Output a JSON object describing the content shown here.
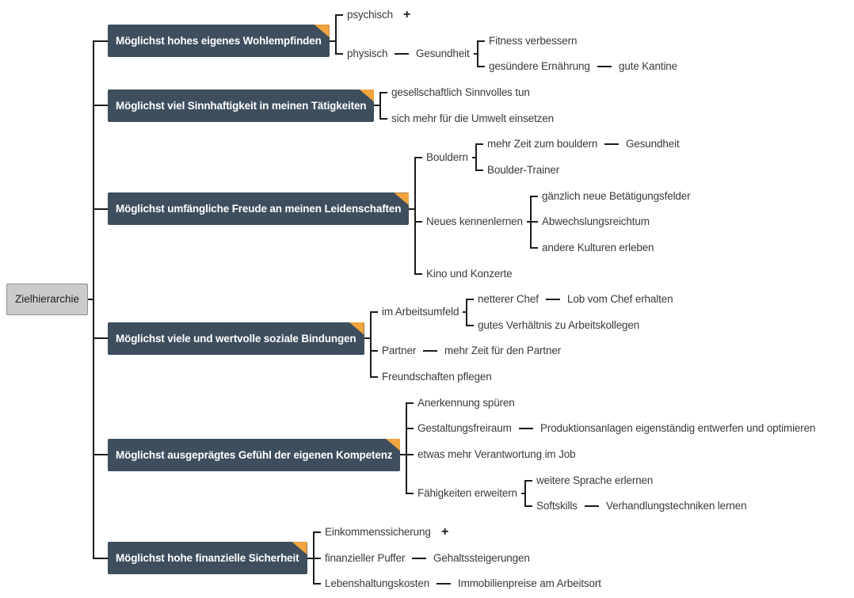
{
  "diagram": {
    "collapsed_indicator": "+",
    "colors": {
      "goal_fill": "#3e4e5d",
      "goal_text": "#ffffff",
      "corner_accent": "#f2a43f",
      "line": "#1c1c1c",
      "root_fill": "#cbcbcb",
      "root_border": "#8f8f8f",
      "text": "#3a3a3a"
    },
    "root": {
      "label": "Zielhierarchie",
      "children": [
        {
          "label": "Möglichst hohes eigenes Wohlempfinden",
          "children": [
            {
              "label": "psychisch",
              "collapsed": true
            },
            {
              "label": "physisch",
              "children": [
                {
                  "label": "Gesundheit",
                  "children": [
                    {
                      "label": "Fitness verbessern"
                    },
                    {
                      "label": "gesündere Ernährung",
                      "children": [
                        {
                          "label": "gute Kantine"
                        }
                      ]
                    }
                  ]
                }
              ]
            }
          ]
        },
        {
          "label": "Möglichst viel Sinnhaftigkeit in meinen Tätigkeiten",
          "children": [
            {
              "label": "gesellschaftlich Sinnvolles tun"
            },
            {
              "label": "sich mehr für die Umwelt einsetzen"
            }
          ]
        },
        {
          "label": "Möglichst umfängliche Freude an meinen Leidenschaften",
          "children": [
            {
              "label": "Bouldern",
              "children": [
                {
                  "label": "mehr Zeit zum bouldern",
                  "children": [
                    {
                      "label": "Gesundheit"
                    }
                  ]
                },
                {
                  "label": "Boulder-Trainer"
                }
              ]
            },
            {
              "label": "Neues kennenlernen",
              "children": [
                {
                  "label": "gänzlich neue Betätigungsfelder"
                },
                {
                  "label": "Abwechslungsreichtum"
                },
                {
                  "label": "andere Kulturen erleben"
                }
              ]
            },
            {
              "label": "Kino und Konzerte"
            }
          ]
        },
        {
          "label": "Möglichst viele und wertvolle soziale Bindungen",
          "children": [
            {
              "label": "im Arbeitsumfeld",
              "children": [
                {
                  "label": "netterer Chef",
                  "children": [
                    {
                      "label": "Lob vom Chef erhalten"
                    }
                  ]
                },
                {
                  "label": "gutes Verhältnis zu Arbeitskollegen"
                }
              ]
            },
            {
              "label": "Partner",
              "children": [
                {
                  "label": "mehr Zeit für den Partner"
                }
              ]
            },
            {
              "label": "Freundschaften pflegen"
            }
          ]
        },
        {
          "label": "Möglichst ausgeprägtes Gefühl der eigenen Kompetenz",
          "children": [
            {
              "label": "Anerkennung spüren"
            },
            {
              "label": "Gestaltungsfreiraum",
              "children": [
                {
                  "label": "Produktionsanlagen eigenständig entwerfen und optimieren"
                }
              ]
            },
            {
              "label": "etwas mehr Verantwortung im Job"
            },
            {
              "label": "Fähigkeiten erweitern",
              "children": [
                {
                  "label": "weitere Sprache erlernen"
                },
                {
                  "label": "Softskills",
                  "children": [
                    {
                      "label": "Verhandlungstechniken lernen"
                    }
                  ]
                }
              ]
            }
          ]
        },
        {
          "label": "Möglichst hohe finanzielle Sicherheit",
          "children": [
            {
              "label": "Einkommenssicherung",
              "collapsed": true
            },
            {
              "label": "finanzieller Puffer",
              "children": [
                {
                  "label": "Gehaltssteigerungen"
                }
              ]
            },
            {
              "label": "Lebenshaltungskosten",
              "children": [
                {
                  "label": "Immobilienpreise am Arbeitsort"
                }
              ]
            }
          ]
        }
      ]
    }
  }
}
